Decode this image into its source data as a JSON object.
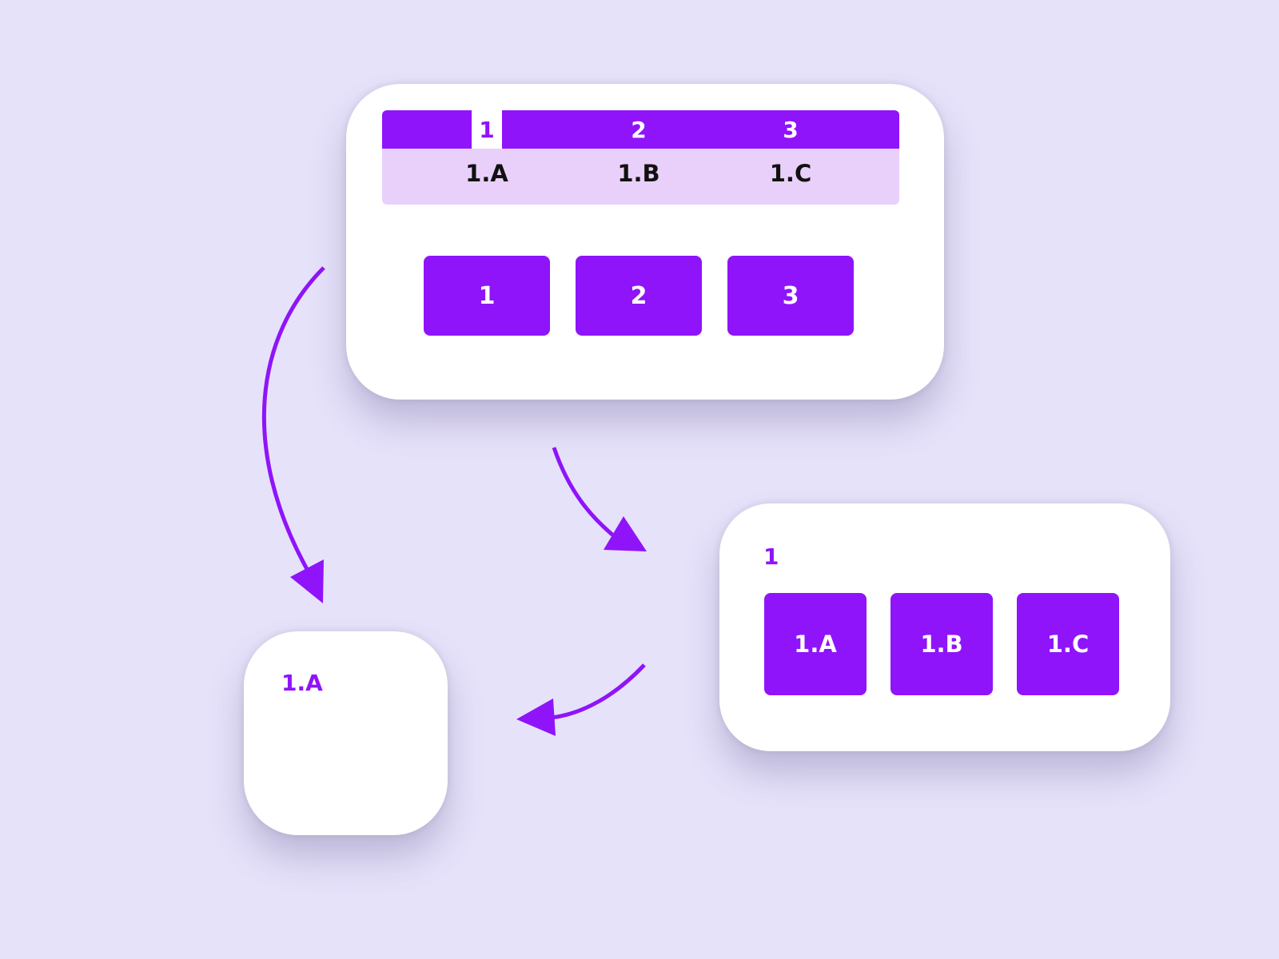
{
  "colors": {
    "background": "#e6e2fa",
    "accent": "#8f14fa",
    "nav_subrow": "#e9d0fb",
    "card": "#ffffff"
  },
  "main_card": {
    "nav_tabs": [
      "1",
      "2",
      "3"
    ],
    "active_tab": "1",
    "sub_tabs": [
      "1.A",
      "1.B",
      "1.C"
    ],
    "tiles": [
      "1",
      "2",
      "3"
    ]
  },
  "section_card": {
    "label": "1",
    "tiles": [
      "1.A",
      "1.B",
      "1.C"
    ]
  },
  "page_card": {
    "label": "1.A"
  }
}
